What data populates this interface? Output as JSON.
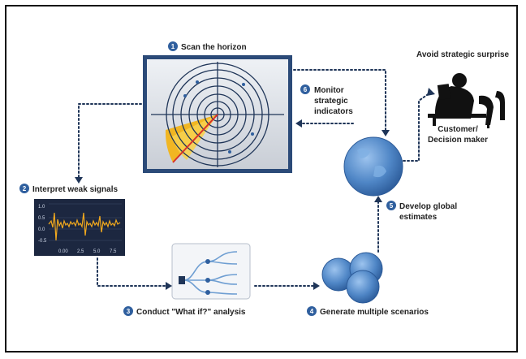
{
  "steps": {
    "s1": {
      "num": "1",
      "label": "Scan the horizon"
    },
    "s2": {
      "num": "2",
      "label": "Interpret weak signals"
    },
    "s3": {
      "num": "3",
      "label": "Conduct \"What if?\" analysis"
    },
    "s4": {
      "num": "4",
      "label": "Generate multiple scenarios"
    },
    "s5": {
      "num": "5",
      "label_line1": "Develop global",
      "label_line2": "estimates"
    },
    "s6": {
      "num": "6",
      "label_line1": "Monitor",
      "label_line2": "strategic",
      "label_line3": "indicators"
    }
  },
  "goal": {
    "label": "Avoid strategic surprise"
  },
  "customer": {
    "line1": "Customer/",
    "line2": "Decision maker"
  },
  "signal_chart": {
    "y_ticks": [
      "1.0",
      "0.5",
      "0.0",
      "-0.5"
    ],
    "x_ticks": [
      "0.00",
      "2.5",
      "5.0",
      "7.5"
    ]
  },
  "colors": {
    "step_badge": "#2f5f9e",
    "arrow": "#1f3558",
    "radar_bg": "#d9dde3",
    "radar_sector": "#f2b418",
    "radar_needle": "#d8322a",
    "signal_line": "#f0a81e",
    "chart_bg": "#1c2740",
    "globe": "#4f86c6"
  }
}
